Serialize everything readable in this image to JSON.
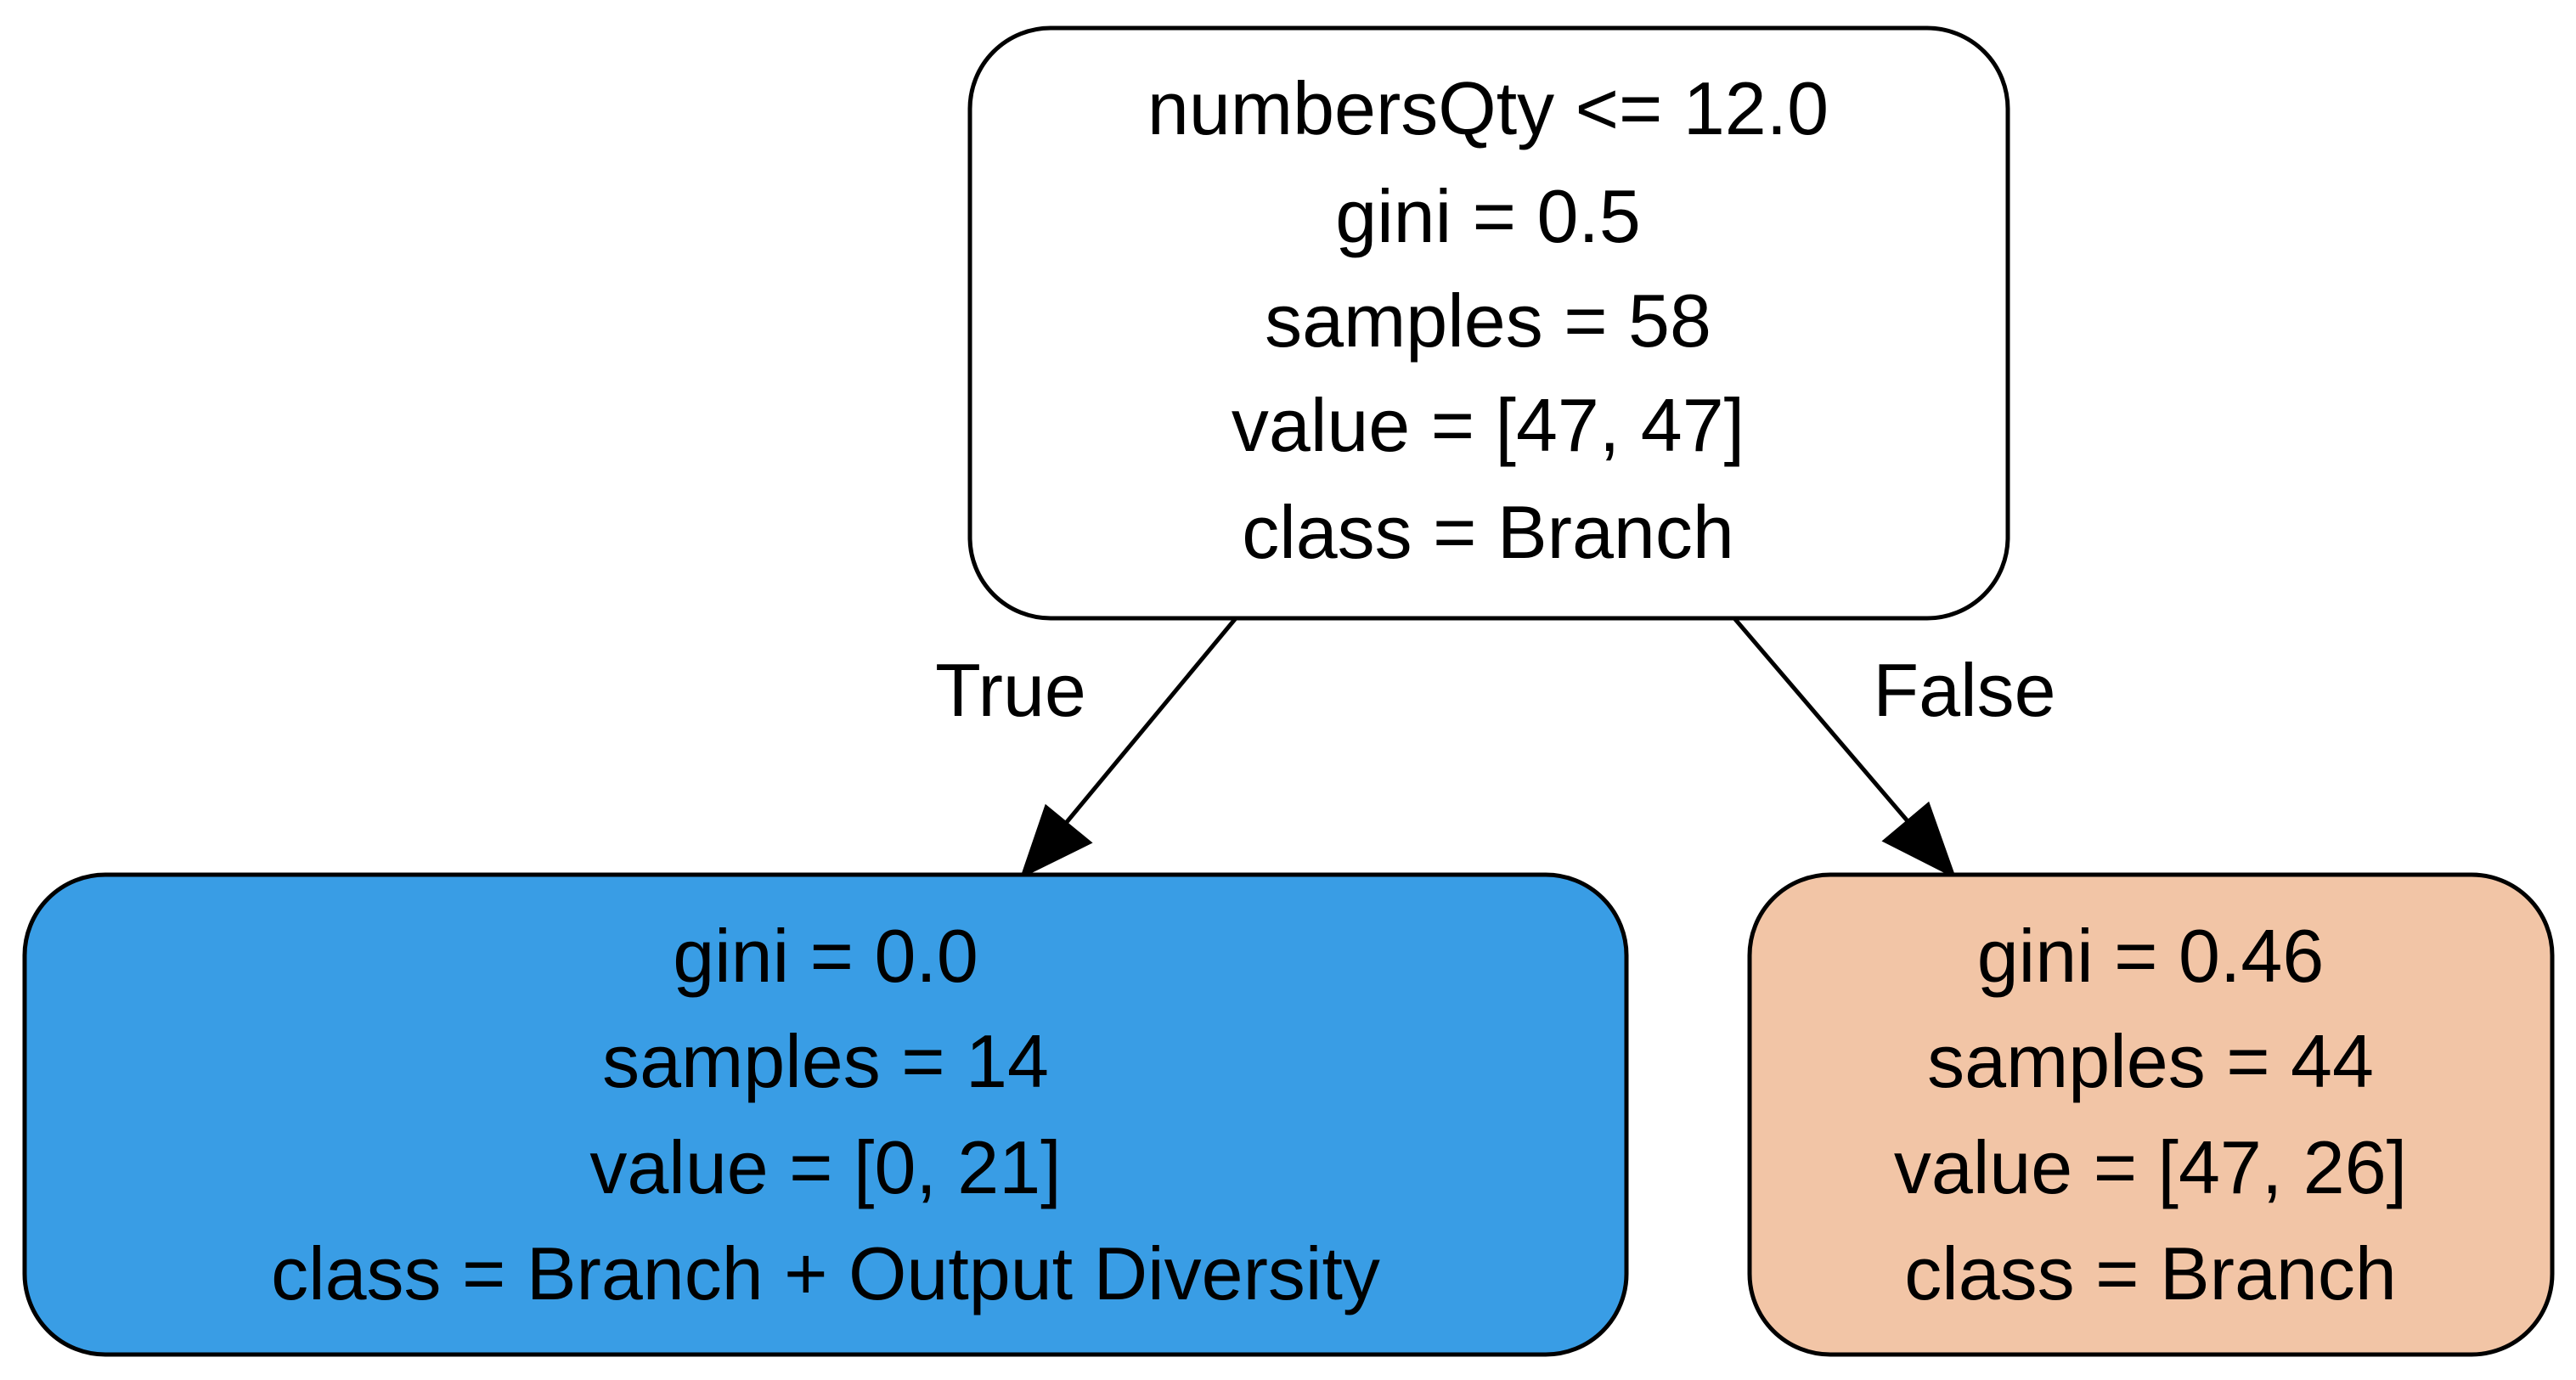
{
  "tree": {
    "root": {
      "lines": [
        "numbersQty <= 12.0",
        "gini = 0.5",
        "samples = 58",
        "value = [47, 47]",
        "class = Branch"
      ],
      "fill": "#ffffff"
    },
    "left": {
      "lines": [
        "gini = 0.0",
        "samples = 14",
        "value = [0, 21]",
        "class = Branch + Output Diversity"
      ],
      "fill": "#399de5"
    },
    "right": {
      "lines": [
        "gini = 0.46",
        "samples = 44",
        "value = [47, 26]",
        "class = Branch"
      ],
      "fill": "#f2c5a6"
    },
    "edges": {
      "true_label": "True",
      "false_label": "False"
    }
  }
}
